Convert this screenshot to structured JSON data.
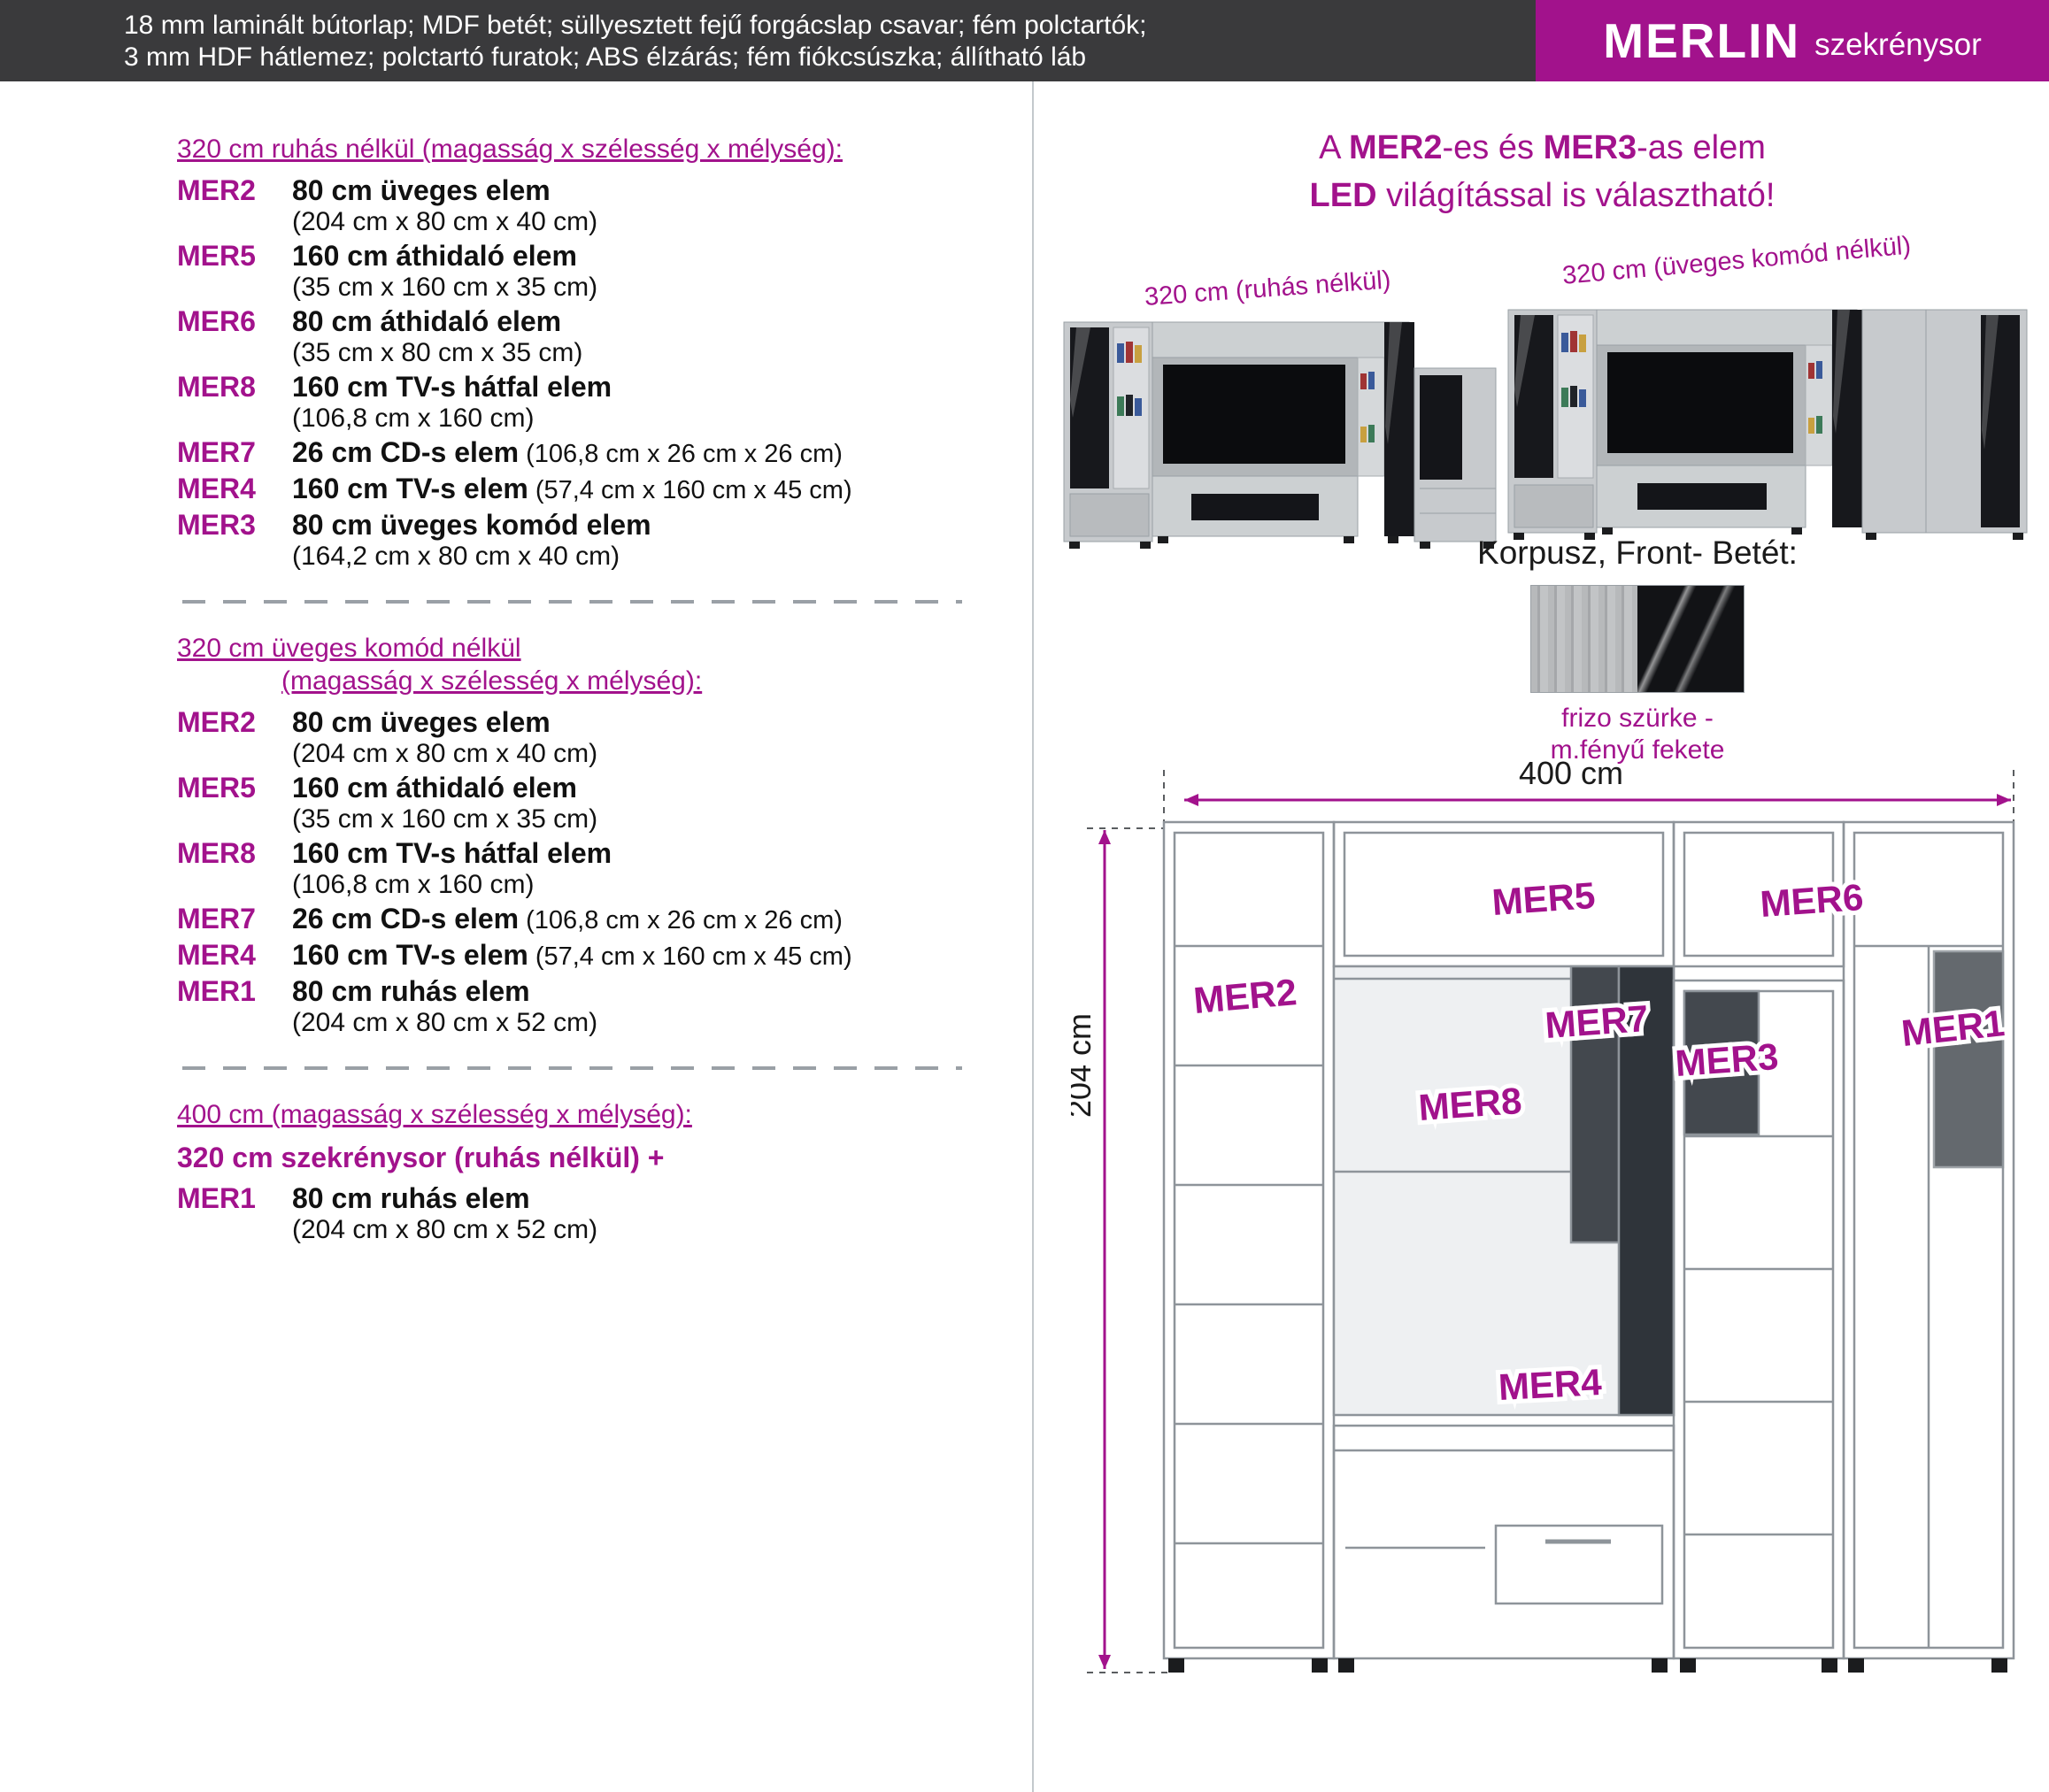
{
  "colors": {
    "accent": "#A2128C",
    "header_bg": "#3A3A3C"
  },
  "header": {
    "line1": "18 mm laminált bútorlap; MDF betét; süllyesztett fejű forgácslap csavar; fém polctartók;",
    "line2": "3 mm HDF hátlemez; polctartó furatok; ABS élzárás; fém fiókcsúszka; állítható láb",
    "brand": "MERLIN",
    "brand_suffix": "szekrénysor"
  },
  "sections": [
    {
      "title_line1": "320 cm  ruhás nélkül (magasság x szélesség x mélység):",
      "title_line2": "",
      "items": [
        {
          "code": "MER2",
          "name": "80 cm üveges elem",
          "dims": "(204 cm x 80 cm x 40 cm)"
        },
        {
          "code": "MER5",
          "name": "160 cm áthidaló elem",
          "dims": "(35 cm x 160 cm x 35 cm)"
        },
        {
          "code": "MER6",
          "name": "80 cm áthidaló elem",
          "dims": "(35 cm x 80 cm x 35 cm)"
        },
        {
          "code": "MER8",
          "name": "160 cm TV-s hátfal elem",
          "dims": "(106,8 cm x 160 cm)"
        },
        {
          "code": "MER7",
          "name": "26 cm CD-s elem",
          "dims": "(106,8 cm x 26 cm x 26 cm)"
        },
        {
          "code": "MER4",
          "name": "160 cm TV-s elem",
          "dims": "(57,4 cm x 160 cm x 45 cm)"
        },
        {
          "code": "MER3",
          "name": "80 cm üveges komód elem",
          "dims": "(164,2 cm x 80 cm x 40 cm)"
        }
      ]
    },
    {
      "title_line1": "320 cm üveges komód nélkül",
      "title_line2": "(magasság x szélesség x mélység):",
      "items": [
        {
          "code": "MER2",
          "name": "80 cm üveges elem",
          "dims": "(204 cm x 80 cm x 40 cm)"
        },
        {
          "code": "MER5",
          "name": "160 cm áthidaló elem",
          "dims": "(35 cm x 160 cm x 35 cm)"
        },
        {
          "code": "MER8",
          "name": "160 cm TV-s hátfal elem",
          "dims": "(106,8 cm x 160 cm)"
        },
        {
          "code": "MER7",
          "name": "26 cm CD-s elem",
          "dims": "(106,8 cm x 26 cm x 26 cm)"
        },
        {
          "code": "MER4",
          "name": "160 cm TV-s elem",
          "dims": "(57,4 cm x 160 cm x 45 cm)"
        },
        {
          "code": "MER1",
          "name": "80 cm ruhás elem",
          "dims": "(204 cm x 80 cm x 52 cm)"
        }
      ]
    },
    {
      "title_line1": "400 cm (magasság x szélesség x mélység):",
      "title_line2": "",
      "plus_line": "320 cm szekrénysor (ruhás nélkül) +",
      "items": [
        {
          "code": "MER1",
          "name": "80 cm ruhás elem",
          "dims": "(204 cm x 80 cm x 52 cm)"
        }
      ]
    }
  ],
  "promo": {
    "p1": "A ",
    "b1": "MER2",
    "p2": "-es és ",
    "b2": "MER3",
    "p3": "-as elem",
    "b3": "LED",
    "p4": " világítással is választható!"
  },
  "photos": [
    {
      "label": "320 cm (ruhás nélkül)"
    },
    {
      "label": "320 cm (üveges komód nélkül)"
    }
  ],
  "materials": {
    "heading": "Korpusz, Front- Betét:",
    "caption_line1": "frizo szürke -",
    "caption_line2": "m.fényű fekete"
  },
  "drawing": {
    "dim_width": "400 cm",
    "dim_height": "204 cm",
    "labels": {
      "mer1": "MER1",
      "mer2": "MER2",
      "mer3": "MER3",
      "mer4": "MER4",
      "mer5": "MER5",
      "mer6": "MER6",
      "mer7": "MER7",
      "mer8": "MER8"
    }
  }
}
